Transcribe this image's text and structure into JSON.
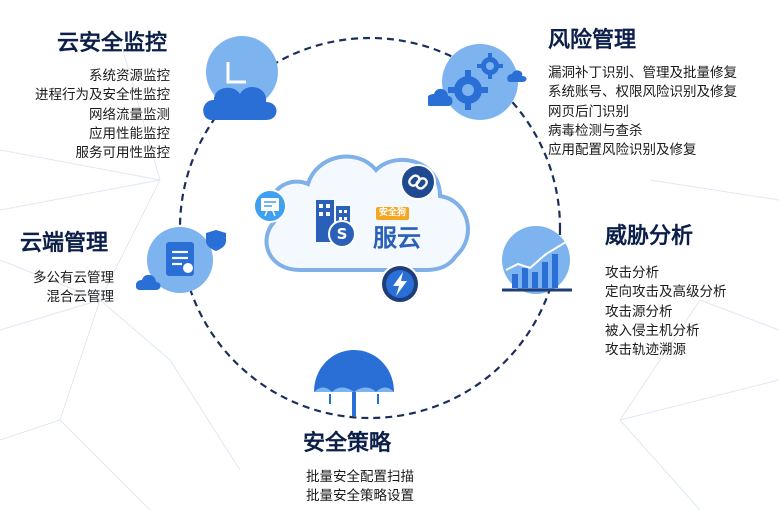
{
  "center": {
    "brand": "服云",
    "badge": "安全狗"
  },
  "modules": {
    "cloud_monitoring": {
      "title": "云安全监控",
      "items": [
        "系统资源监控",
        "进程行为及安全性监控",
        "网络流量监测",
        "应用性能监控",
        "服务可用性监控"
      ],
      "icon": "clock-cloud-icon"
    },
    "risk_management": {
      "title": "风险管理",
      "items": [
        "漏洞补丁识别、管理及批量修复",
        "系统账号、权限风险识别及修复",
        "网页后门识别",
        "病毒检测与查杀",
        "应用配置风险识别及修复"
      ],
      "icon": "gears-icon"
    },
    "cloud_management": {
      "title": "云端管理",
      "items": [
        "多公有云管理",
        "混合云管理"
      ],
      "icon": "document-shield-icon"
    },
    "threat_analysis": {
      "title": "威胁分析",
      "items": [
        "攻击分析",
        "定向攻击及高级分析",
        "攻击源分析",
        "被入侵主机分析",
        "攻击轨迹溯源"
      ],
      "icon": "bar-chart-icon"
    },
    "security_policy": {
      "title": "安全策略",
      "items": [
        "批量安全配置扫描",
        "批量安全策略设置"
      ],
      "icon": "umbrella-icon"
    }
  },
  "colors": {
    "title": "#0c1f4a",
    "accent": "#2a6fd6",
    "light_blue": "#7db3ee",
    "navy": "#1f3d7a"
  }
}
